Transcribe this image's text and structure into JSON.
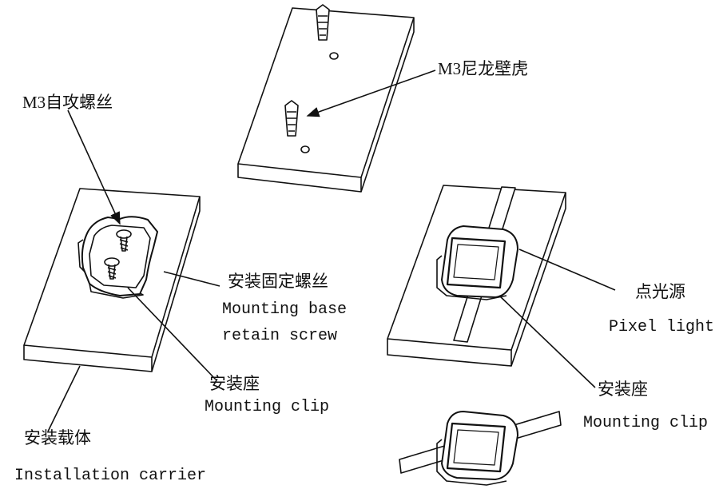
{
  "labels": {
    "nylon_anchor": "M3尼龙壁虎",
    "self_tapping_screw": "M3自攻螺丝",
    "retain_screw_cn": "安装固定螺丝",
    "retain_screw_en_1": "Mounting base",
    "retain_screw_en_2": "retain screw",
    "mount_clip_left_cn": "安装座",
    "mount_clip_left_en": "Mounting clip",
    "carrier_cn": "安装载体",
    "carrier_en": "Installation carrier",
    "pixel_light_cn": "点光源",
    "pixel_light_en": "Pixel light",
    "mount_clip_right_cn": "安装座",
    "mount_clip_right_en": "Mounting clip"
  }
}
